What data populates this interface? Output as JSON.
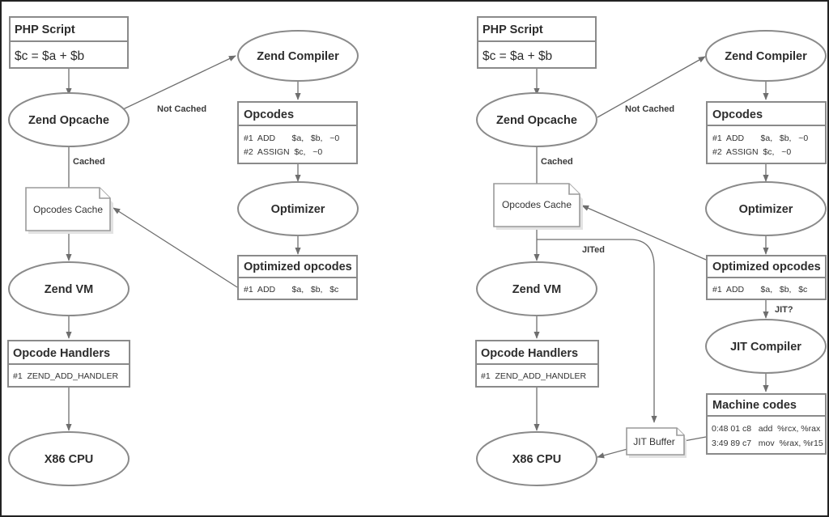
{
  "left": {
    "php_script": {
      "title": "PHP Script",
      "code": "$c = $a + $b"
    },
    "zend_opcache": "Zend Opcache",
    "zend_compiler": "Zend Compiler",
    "not_cached": "Not Cached",
    "cached": "Cached",
    "opcodes": {
      "title": "Opcodes",
      "lines": [
        "#1  ADD       $a,   $b,   ~0",
        "#2  ASSIGN  $c,   ~0"
      ]
    },
    "optimizer": "Optimizer",
    "opcodes_cache": "Opcodes Cache",
    "optimized_opcodes": {
      "title": "Optimized opcodes",
      "lines": [
        "#1  ADD       $a,   $b,   $c"
      ]
    },
    "zend_vm": "Zend VM",
    "opcode_handlers": {
      "title": "Opcode Handlers",
      "lines": [
        "#1  ZEND_ADD_HANDLER"
      ]
    },
    "x86_cpu": "X86 CPU"
  },
  "right": {
    "php_script": {
      "title": "PHP Script",
      "code": "$c = $a + $b"
    },
    "zend_opcache": "Zend Opcache",
    "zend_compiler": "Zend Compiler",
    "not_cached": "Not Cached",
    "cached": "Cached",
    "opcodes": {
      "title": "Opcodes",
      "lines": [
        "#1  ADD       $a,   $b,   ~0",
        "#2  ASSIGN  $c,   ~0"
      ]
    },
    "optimizer": "Optimizer",
    "opcodes_cache": "Opcodes Cache",
    "jited": "JITed",
    "optimized_opcodes": {
      "title": "Optimized opcodes",
      "lines": [
        "#1  ADD       $a,   $b,   $c"
      ]
    },
    "jit_question": "JIT?",
    "jit_compiler": "JIT Compiler",
    "zend_vm": "Zend VM",
    "opcode_handlers": {
      "title": "Opcode Handlers",
      "lines": [
        "#1  ZEND_ADD_HANDLER"
      ]
    },
    "machine_codes": {
      "title": "Machine codes",
      "lines": [
        "0:48 01 c8   add  %rcx, %rax",
        "3:49 89 c7   mov  %rax, %r15"
      ]
    },
    "jit_buffer": "JIT Buffer",
    "x86_cpu": "X86 CPU"
  }
}
